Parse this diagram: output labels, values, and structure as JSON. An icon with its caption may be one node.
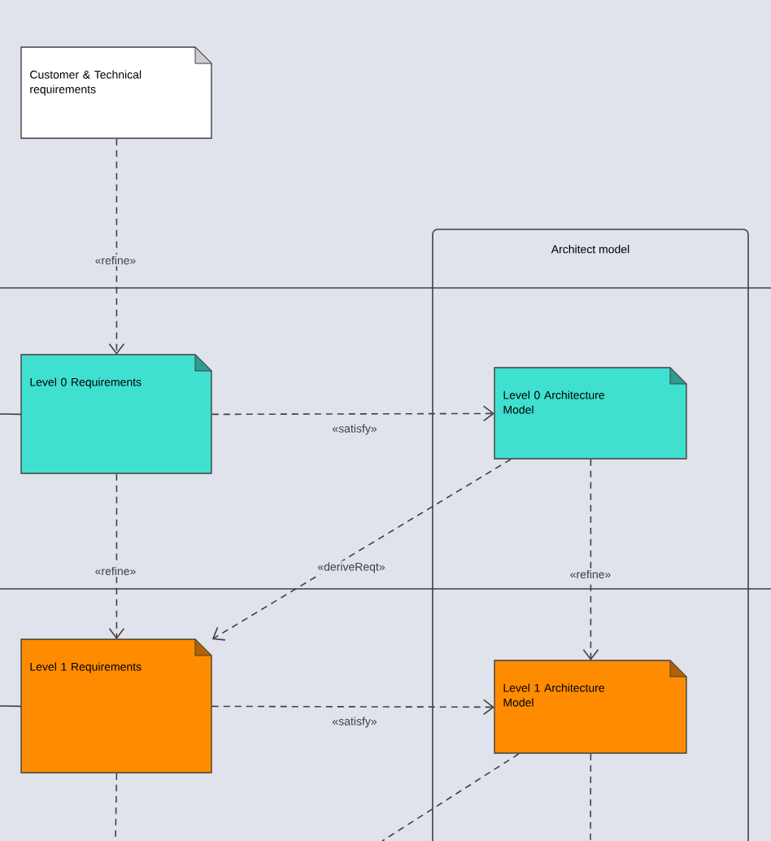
{
  "diagram": {
    "nodes": [
      {
        "text": [
          "Customer & Technical requirements"
        ]
      },
      {
        "text": [
          "Architect model"
        ]
      },
      {
        "text": [
          "Level 0 Requirements"
        ]
      },
      {
        "text": [
          "Level 0 Architecture Model"
        ],
        "in": 1
      },
      {
        "text": [
          "Level 1 Requirements"
        ]
      },
      {
        "text": [
          "Level 1 Architecture Model"
        ],
        "in": 1
      }
    ],
    "edges": [
      {
        "from": 0,
        "to": 2,
        "arrow": "to",
        "style": "dashed",
        "label": "«refine»"
      },
      {
        "from": 2,
        "to": 3,
        "arrow": "to",
        "style": "dashed",
        "label": "«satisfy»"
      },
      {
        "from": 3,
        "to": 4,
        "arrow": "to",
        "style": "dashed",
        "label": "«deriveReqt»"
      },
      {
        "from": 2,
        "to": 4,
        "arrow": "to",
        "style": "dashed",
        "label": "«refine»"
      },
      {
        "from": 3,
        "to": 5,
        "arrow": "to",
        "style": "dashed",
        "label": "«refine»"
      },
      {
        "from": 4,
        "to": 5,
        "arrow": "to",
        "style": "dashed",
        "label": "«satisfy»"
      },
      {
        "from": null,
        "to": 2,
        "arrow": "none"
      },
      {
        "from": null,
        "to": 4,
        "arrow": "none"
      },
      {
        "from": 4,
        "to": null,
        "arrow": "none",
        "style": "dashed"
      },
      {
        "from": 5,
        "to": null,
        "arrow": "none",
        "style": "dashed"
      },
      {
        "from": 5,
        "to": null,
        "arrow": "none",
        "style": "dashed"
      }
    ]
  }
}
